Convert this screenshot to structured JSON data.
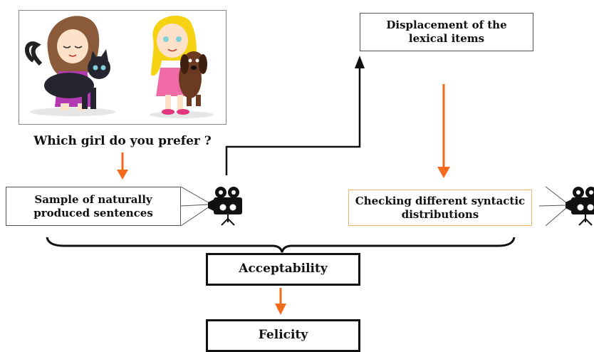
{
  "illustration": {
    "description_icons": [
      "girl-with-cat-icon",
      "girl-with-dog-icon"
    ]
  },
  "question": "Which girl do you prefer ?",
  "boxes": {
    "sample": "Sample of naturally produced sentences",
    "displacement": "Displacement of the lexical items",
    "checking": "Checking different syntactic distributions",
    "acceptability": "Acceptability",
    "felicity": "Felicity"
  },
  "colors": {
    "arrow_orange": "#f26a1b",
    "line_black": "#111111",
    "checking_border": "#f2b270"
  },
  "icons": [
    "video-camera-icon",
    "video-camera-icon"
  ]
}
